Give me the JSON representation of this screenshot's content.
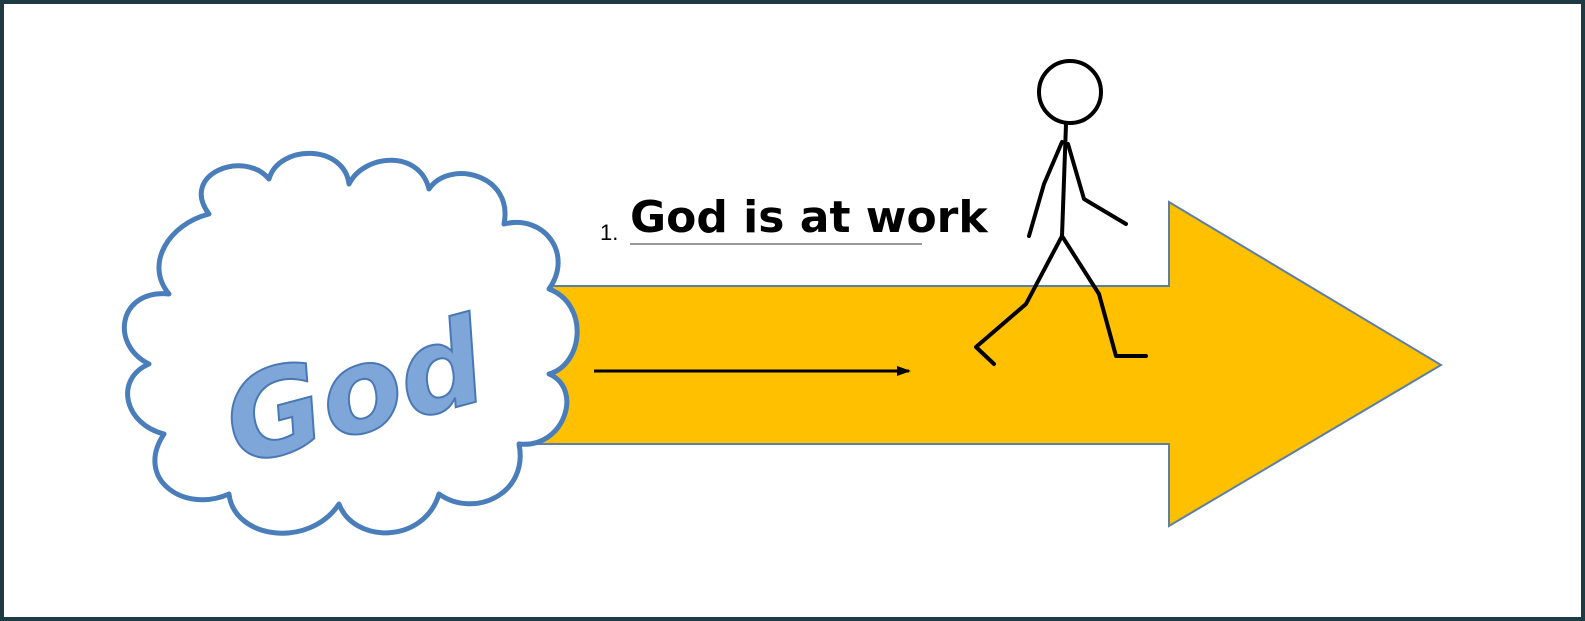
{
  "colors": {
    "frame": "#1e3b44",
    "background": "#ffffff",
    "arrow_fill": "#ffc000",
    "arrow_outline": "#5b7fa8",
    "cloud_stroke": "#4a7ebb",
    "god_fill": "#7ea6d8",
    "god_outline": "#4a78b5",
    "ink": "#000000",
    "underline": "#9a9a9a"
  },
  "icons": [
    "cloud-icon",
    "stick-figure-icon",
    "direction-arrow-icon",
    "big-arrow-icon"
  ],
  "cloud": {
    "label": "God"
  },
  "step": {
    "number": "1.",
    "text": "God is at work"
  }
}
